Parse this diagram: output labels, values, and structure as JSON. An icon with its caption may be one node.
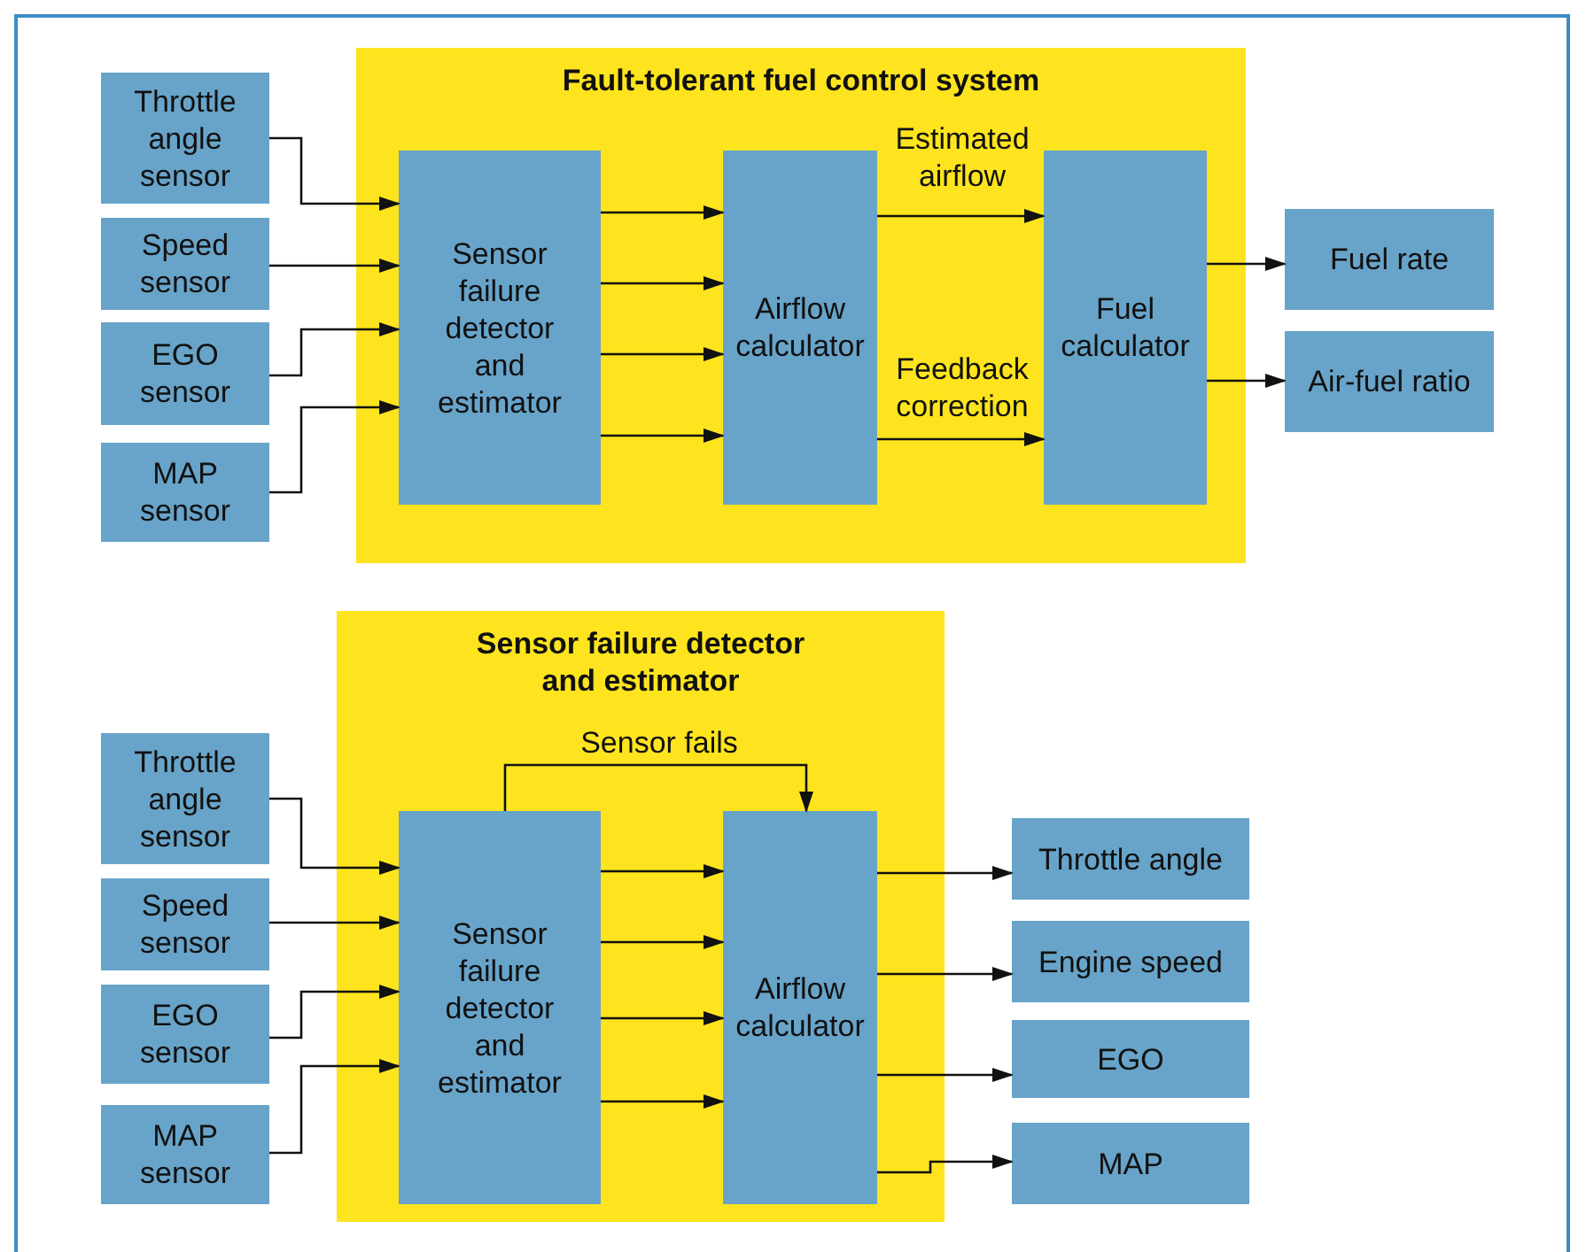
{
  "diagram": {
    "nodes": [
      {
        "text": [
          "Fault-tolerant fuel control system"
        ]
      },
      {
        "text": [
          "Throttle angle sensor"
        ]
      },
      {
        "text": [
          "Speed sensor"
        ]
      },
      {
        "text": [
          "EGO sensor"
        ]
      },
      {
        "text": [
          "MAP sensor"
        ]
      },
      {
        "text": [
          "Sensor failure detector and estimator"
        ],
        "in": 0
      },
      {
        "text": [
          "Airflow calculator"
        ],
        "in": 0
      },
      {
        "text": [
          "Fuel calculator"
        ],
        "in": 0
      },
      {
        "text": [
          "Fuel rate"
        ]
      },
      {
        "text": [
          "Air-fuel ratio"
        ]
      },
      {
        "text": [
          "Sensor failure detector and estimator"
        ]
      },
      {
        "text": [
          "Throttle angle sensor"
        ]
      },
      {
        "text": [
          "Speed sensor"
        ]
      },
      {
        "text": [
          "EGO sensor"
        ]
      },
      {
        "text": [
          "MAP sensor"
        ]
      },
      {
        "text": [
          "Sensor failure detector and estimator"
        ],
        "in": 10
      },
      {
        "text": [
          "Airflow calculator"
        ],
        "in": 10
      },
      {
        "text": [
          "Throttle angle"
        ]
      },
      {
        "text": [
          "Engine speed"
        ]
      },
      {
        "text": [
          "EGO"
        ]
      },
      {
        "text": [
          "MAP"
        ]
      }
    ],
    "edges": [
      {
        "from": 1,
        "to": 5,
        "arrow": "to"
      },
      {
        "from": 2,
        "to": 5,
        "arrow": "to"
      },
      {
        "from": 3,
        "to": 5,
        "arrow": "to"
      },
      {
        "from": 4,
        "to": 5,
        "arrow": "to"
      },
      {
        "from": 5,
        "to": 6,
        "arrow": "to"
      },
      {
        "from": 5,
        "to": 6,
        "arrow": "to"
      },
      {
        "from": 5,
        "to": 6,
        "arrow": "to"
      },
      {
        "from": 5,
        "to": 6,
        "arrow": "to"
      },
      {
        "from": 6,
        "to": 7,
        "arrow": "to",
        "label": "Estimated airflow"
      },
      {
        "from": 6,
        "to": 7,
        "arrow": "to",
        "label": "Feedback correction"
      },
      {
        "from": 7,
        "to": 8,
        "arrow": "to"
      },
      {
        "from": 7,
        "to": 9,
        "arrow": "to"
      },
      {
        "from": 11,
        "to": 15,
        "arrow": "to"
      },
      {
        "from": 12,
        "to": 15,
        "arrow": "to"
      },
      {
        "from": 13,
        "to": 15,
        "arrow": "to"
      },
      {
        "from": 14,
        "to": 15,
        "arrow": "to"
      },
      {
        "from": 15,
        "to": 16,
        "arrow": "to",
        "label": "Sensor fails"
      },
      {
        "from": 15,
        "to": 16,
        "arrow": "to"
      },
      {
        "from": 15,
        "to": 16,
        "arrow": "to"
      },
      {
        "from": 15,
        "to": 16,
        "arrow": "to"
      },
      {
        "from": 15,
        "to": 16,
        "arrow": "to"
      },
      {
        "from": 16,
        "to": 17,
        "arrow": "to"
      },
      {
        "from": 16,
        "to": 18,
        "arrow": "to"
      },
      {
        "from": 16,
        "to": 19,
        "arrow": "to"
      },
      {
        "from": 16,
        "to": 20,
        "arrow": "to"
      }
    ]
  }
}
